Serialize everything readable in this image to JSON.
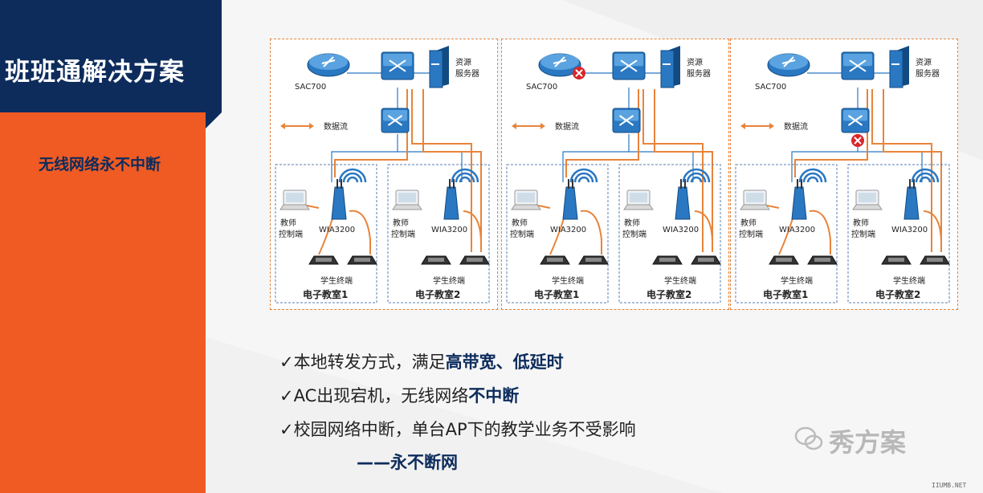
{
  "slide": {
    "title": "班班通解决方案",
    "subtitle": "无线网络永不中断"
  },
  "diagram": {
    "panels": [
      {
        "ac_label": "SAC700",
        "ac_failed": false,
        "access_switch_failed": false,
        "server_label_1": "资源",
        "server_label_2": "服务器",
        "dataflow_label": "数据流",
        "classrooms": [
          {
            "name": "电子教室1",
            "ap_label": "WIA3200",
            "teacher_label_1": "教师",
            "teacher_label_2": "控制端",
            "student_label": "学生终端"
          },
          {
            "name": "电子教室2",
            "ap_label": "WIA3200",
            "teacher_label_1": "教师",
            "teacher_label_2": "控制端",
            "student_label": "学生终端"
          }
        ]
      },
      {
        "ac_label": "SAC700",
        "ac_failed": true,
        "access_switch_failed": false,
        "server_label_1": "资源",
        "server_label_2": "服务器",
        "dataflow_label": "数据流",
        "classrooms": [
          {
            "name": "电子教室1",
            "ap_label": "WIA3200",
            "teacher_label_1": "教师",
            "teacher_label_2": "控制端",
            "student_label": "学生终端"
          },
          {
            "name": "电子教室2",
            "ap_label": "WIA3200",
            "teacher_label_1": "教师",
            "teacher_label_2": "控制端",
            "student_label": "学生终端"
          }
        ]
      },
      {
        "ac_label": "SAC700",
        "ac_failed": false,
        "access_switch_failed": true,
        "server_label_1": "资源",
        "server_label_2": "服务器",
        "dataflow_label": "数据流",
        "classrooms": [
          {
            "name": "电子教室1",
            "ap_label": "WIA3200",
            "teacher_label_1": "教师",
            "teacher_label_2": "控制端",
            "student_label": "学生终端"
          },
          {
            "name": "电子教室2",
            "ap_label": "WIA3200",
            "teacher_label_1": "教师",
            "teacher_label_2": "控制端",
            "student_label": "学生终端"
          }
        ]
      }
    ]
  },
  "bullets": [
    {
      "check": "✓",
      "text": "本地转发方式，满足",
      "bold": "高带宽、低延时"
    },
    {
      "check": "✓",
      "text": "AC出现宕机，无线网络",
      "bold": "不中断"
    },
    {
      "check": "✓",
      "text": "校园网络中断，单台AP下的教学业务不受影响",
      "bold": ""
    }
  ],
  "conclusion": "——永不断网",
  "watermark": "秀方案",
  "site_tag": "IIUMB.NET",
  "colors": {
    "navy": "#0d2c5c",
    "orange": "#f05a23",
    "flow": "#e8843a",
    "device_blue": "#2a78c2",
    "fail_red": "#d9252b"
  }
}
